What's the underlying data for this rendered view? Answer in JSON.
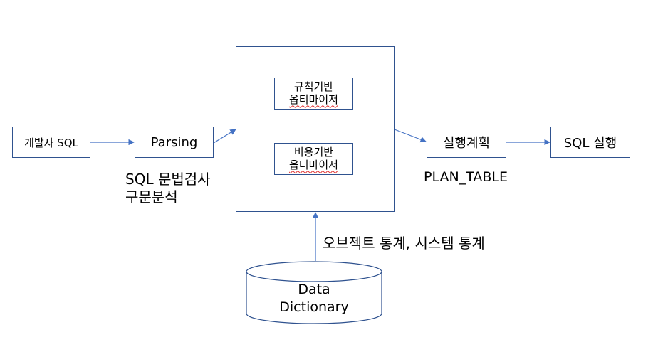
{
  "nodes": {
    "developer_sql": "개발자 SQL",
    "parsing": "Parsing",
    "rule_based": [
      "규칙기반",
      "옵티마이저"
    ],
    "cost_based": [
      "비용기반",
      "옵티마이저"
    ],
    "execution_plan": "실행계획",
    "sql_execution": "SQL 실행",
    "data_dictionary": [
      "Data",
      "Dictionary"
    ]
  },
  "annotations": {
    "parsing_note": [
      "SQL 문법검사",
      "구문분석"
    ],
    "plan_table": "PLAN_TABLE",
    "statistics": "오브젝트 통계, 시스템 통계"
  },
  "colors": {
    "border": "#2f528f",
    "arrow": "#4472c4",
    "spellcheck": "#e03030",
    "text": "#000000"
  }
}
